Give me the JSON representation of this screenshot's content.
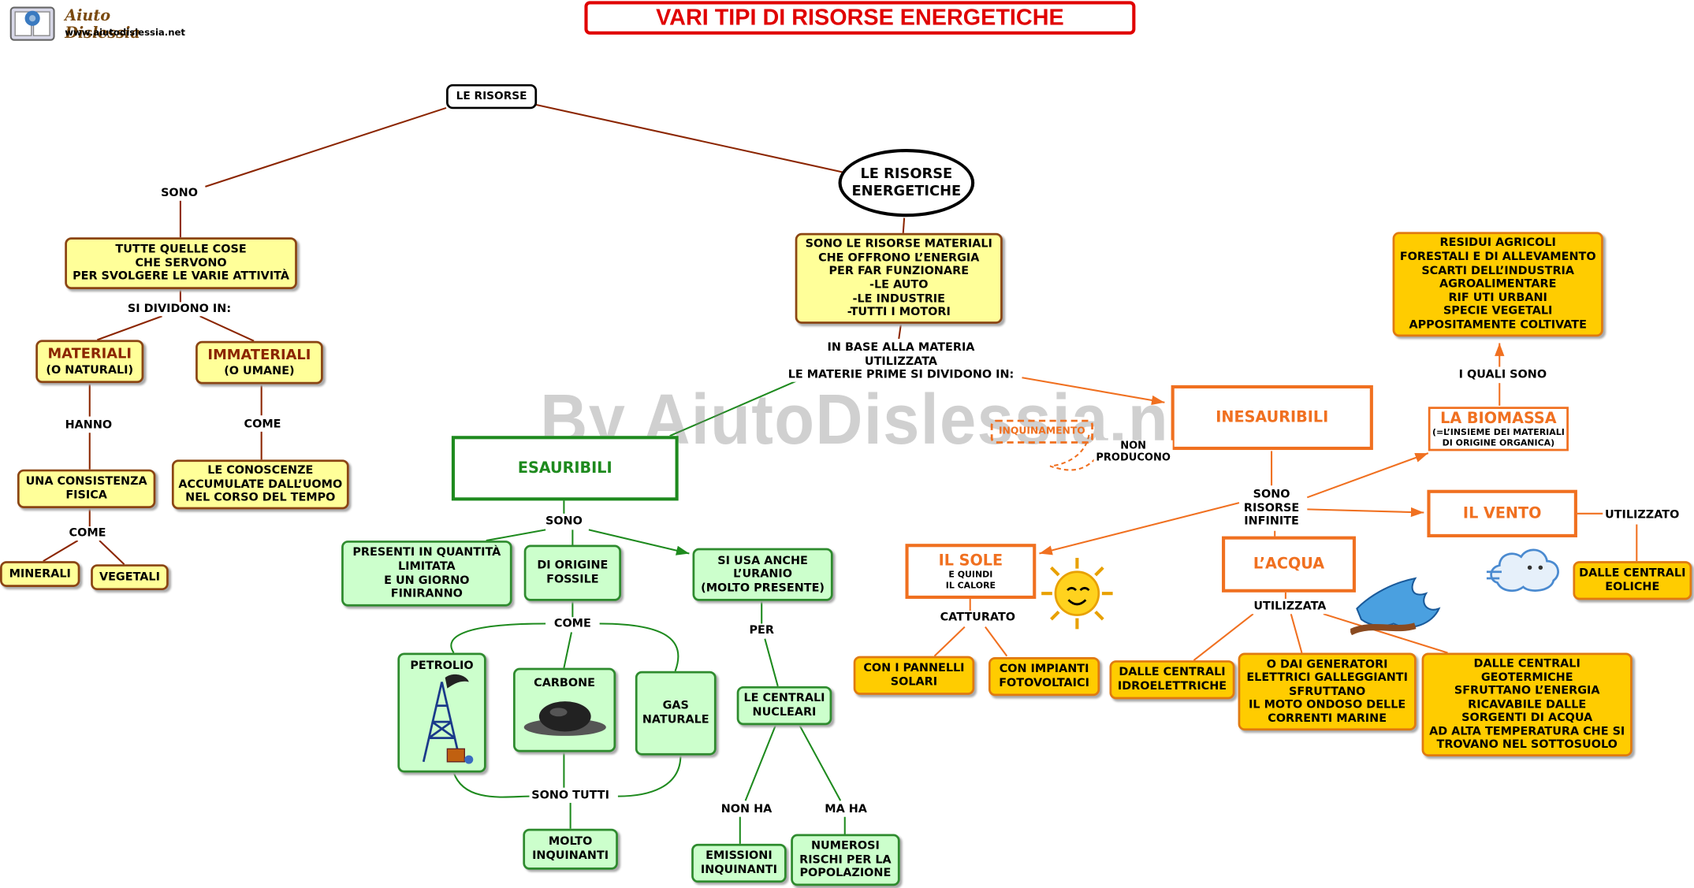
{
  "header": {
    "logo_name": "Aiuto Dislessia",
    "logo_url": "www.aiutodislessia.net",
    "title": "VARI TIPI DI RISORSE ENERGETICHE",
    "watermark": "By AiutoDislessia.net"
  },
  "left": {
    "root": "LE RISORSE",
    "sono": "SONO",
    "def": "TUTTE QUELLE COSE\nCHE SERVONO\nPER SVOLGERE LE VARIE ATTIVITÀ",
    "si_dividono": "SI DIVIDONO IN:",
    "materiali_title": "MATERIALI",
    "materiali_sub": "(O NATURALI)",
    "immateriali_title": "IMMATERIALI",
    "immateriali_sub": "(O UMANE)",
    "hanno": "HANNO",
    "consistenza": "UNA CONSISTENZA\nFISICA",
    "come1": "COME",
    "minerali": "MINERALI",
    "vegetali": "VEGETALI",
    "come2": "COME",
    "conoscenze": "LE CONOSCENZE\nACCUMULATE DALL’UOMO\nNEL CORSO DEL TEMPO"
  },
  "energy": {
    "title": "LE RISORSE\nENERGETICHE",
    "def": "SONO LE RISORSE MATERIALI\nCHE OFFRONO L’ENERGIA\nPER FAR FUNZIONARE\n-LE AUTO\n-LE INDUSTRIE\n-TUTTI I MOTORI",
    "in_base": "IN BASE ALLA MATERIA\nUTILIZZATA\nLE MATERIE PRIME SI DIVIDONO IN:"
  },
  "esauribili": {
    "title": "ESAURIBILI",
    "sono": "SONO",
    "limitata": "PRESENTI IN QUANTITÀ\nLIMITATA\nE UN GIORNO\nFINIRANNO",
    "fossile": "DI ORIGINE\nFOSSILE",
    "uranio": "SI USA ANCHE\nL’URANIO\n(MOLTO PRESENTE)",
    "come": "COME",
    "petrolio": "PETROLIO",
    "carbone": "CARBONE",
    "gas": "GAS\nNATURALE",
    "sono_tutti": "SONO TUTTI",
    "inquinanti": "MOLTO\nINQUINANTI",
    "per": "PER",
    "centrali": "LE CENTRALI\nNUCLEARI",
    "non_ha": "NON HA",
    "ma_ha": "MA HA",
    "emissioni": "EMISSIONI\nINQUINANTI",
    "rischi": "NUMEROSI\nRISCHI PER LA\nPOPOLAZIONE"
  },
  "inesauribili": {
    "title": "INESAURIBILI",
    "inquinamento": "INQUINAMENTO",
    "non_producono": "NON\nPRODUCONO",
    "sono_infinite": "SONO\nRISORSE\nINFINITE",
    "residui": "RESIDUI AGRICOLI\nFORESTALI E DI ALLEVAMENTO\nSCARTI DELL’INDUSTRIA\nAGROALIMENTARE\nRIF UTI URBANI\nSPECIE VEGETALI\nAPPOSITAMENTE COLTIVATE",
    "i_quali_sono": "I QUALI SONO",
    "biomassa_title": "LA BIOMASSA",
    "biomassa_sub": "(=L’INSIEME DEI MATERIALI\nDI ORIGINE ORGANICA)",
    "vento": "IL VENTO",
    "utilizzato": "UTILIZZATO",
    "eoliche": "DALLE CENTRALI\nEOLICHE",
    "sole_title": "IL SOLE",
    "sole_sub": "E QUINDI\nIL CALORE",
    "catturato": "CATTURATO",
    "pannelli": "CON I PANNELLI\nSOLARI",
    "fotovoltaici": "CON IMPIANTI\nFOTOVOLTAICI",
    "acqua": "L’ACQUA",
    "utilizzata": "UTILIZZATA",
    "idroelettriche": "DALLE CENTRALI\nIDROELETTRICHE",
    "galleggianti": "O DAI GENERATORI\nELETTRICI GALLEGGIANTI\nSFRUTTANO\nIL MOTO ONDOSO DELLE\nCORRENTI MARINE",
    "geotermiche": "DALLE CENTRALI\nGEOTERMICHE\nSFRUTTANO L’ENERGIA\nRICAVABILE DALLE\nSORGENTI DI ACQUA\nAD ALTA TEMPERATURA CHE SI\nTROVANO NEL SOTTOSUOLO"
  },
  "colors": {
    "title_red": "#e00000",
    "brown_line": "#8b2500",
    "green_line": "#1e8a1e",
    "orange_line": "#f07020",
    "yellow_fill": "#ffff99",
    "green_fill": "#ccffcc",
    "orange_fill": "#ffcc00"
  }
}
